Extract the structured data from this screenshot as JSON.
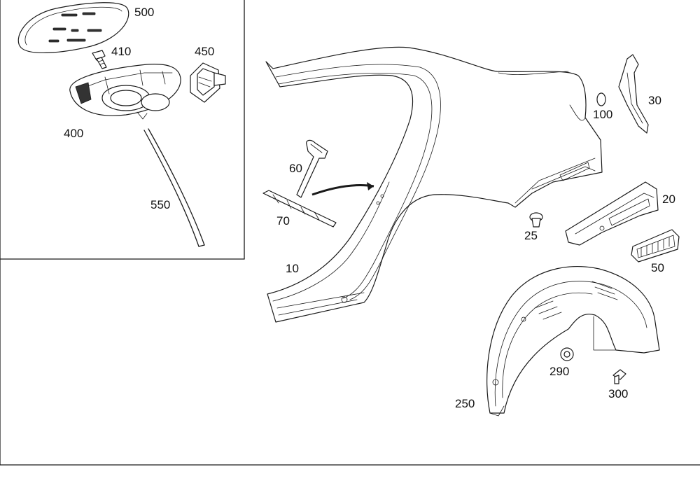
{
  "parts": [
    {
      "key": "p500",
      "label": "500"
    },
    {
      "key": "p410",
      "label": "410"
    },
    {
      "key": "p450",
      "label": "450"
    },
    {
      "key": "p400",
      "label": "400"
    },
    {
      "key": "p550",
      "label": "550"
    },
    {
      "key": "p60",
      "label": "60"
    },
    {
      "key": "p70",
      "label": "70"
    },
    {
      "key": "p10",
      "label": "10"
    },
    {
      "key": "p100",
      "label": "100"
    },
    {
      "key": "p30",
      "label": "30"
    },
    {
      "key": "p20",
      "label": "20"
    },
    {
      "key": "p25",
      "label": "25"
    },
    {
      "key": "p50",
      "label": "50"
    },
    {
      "key": "p290",
      "label": "290"
    },
    {
      "key": "p300",
      "label": "300"
    },
    {
      "key": "p250",
      "label": "250"
    }
  ],
  "colors": {
    "line": "#1a1a1a",
    "background": "#ffffff"
  }
}
